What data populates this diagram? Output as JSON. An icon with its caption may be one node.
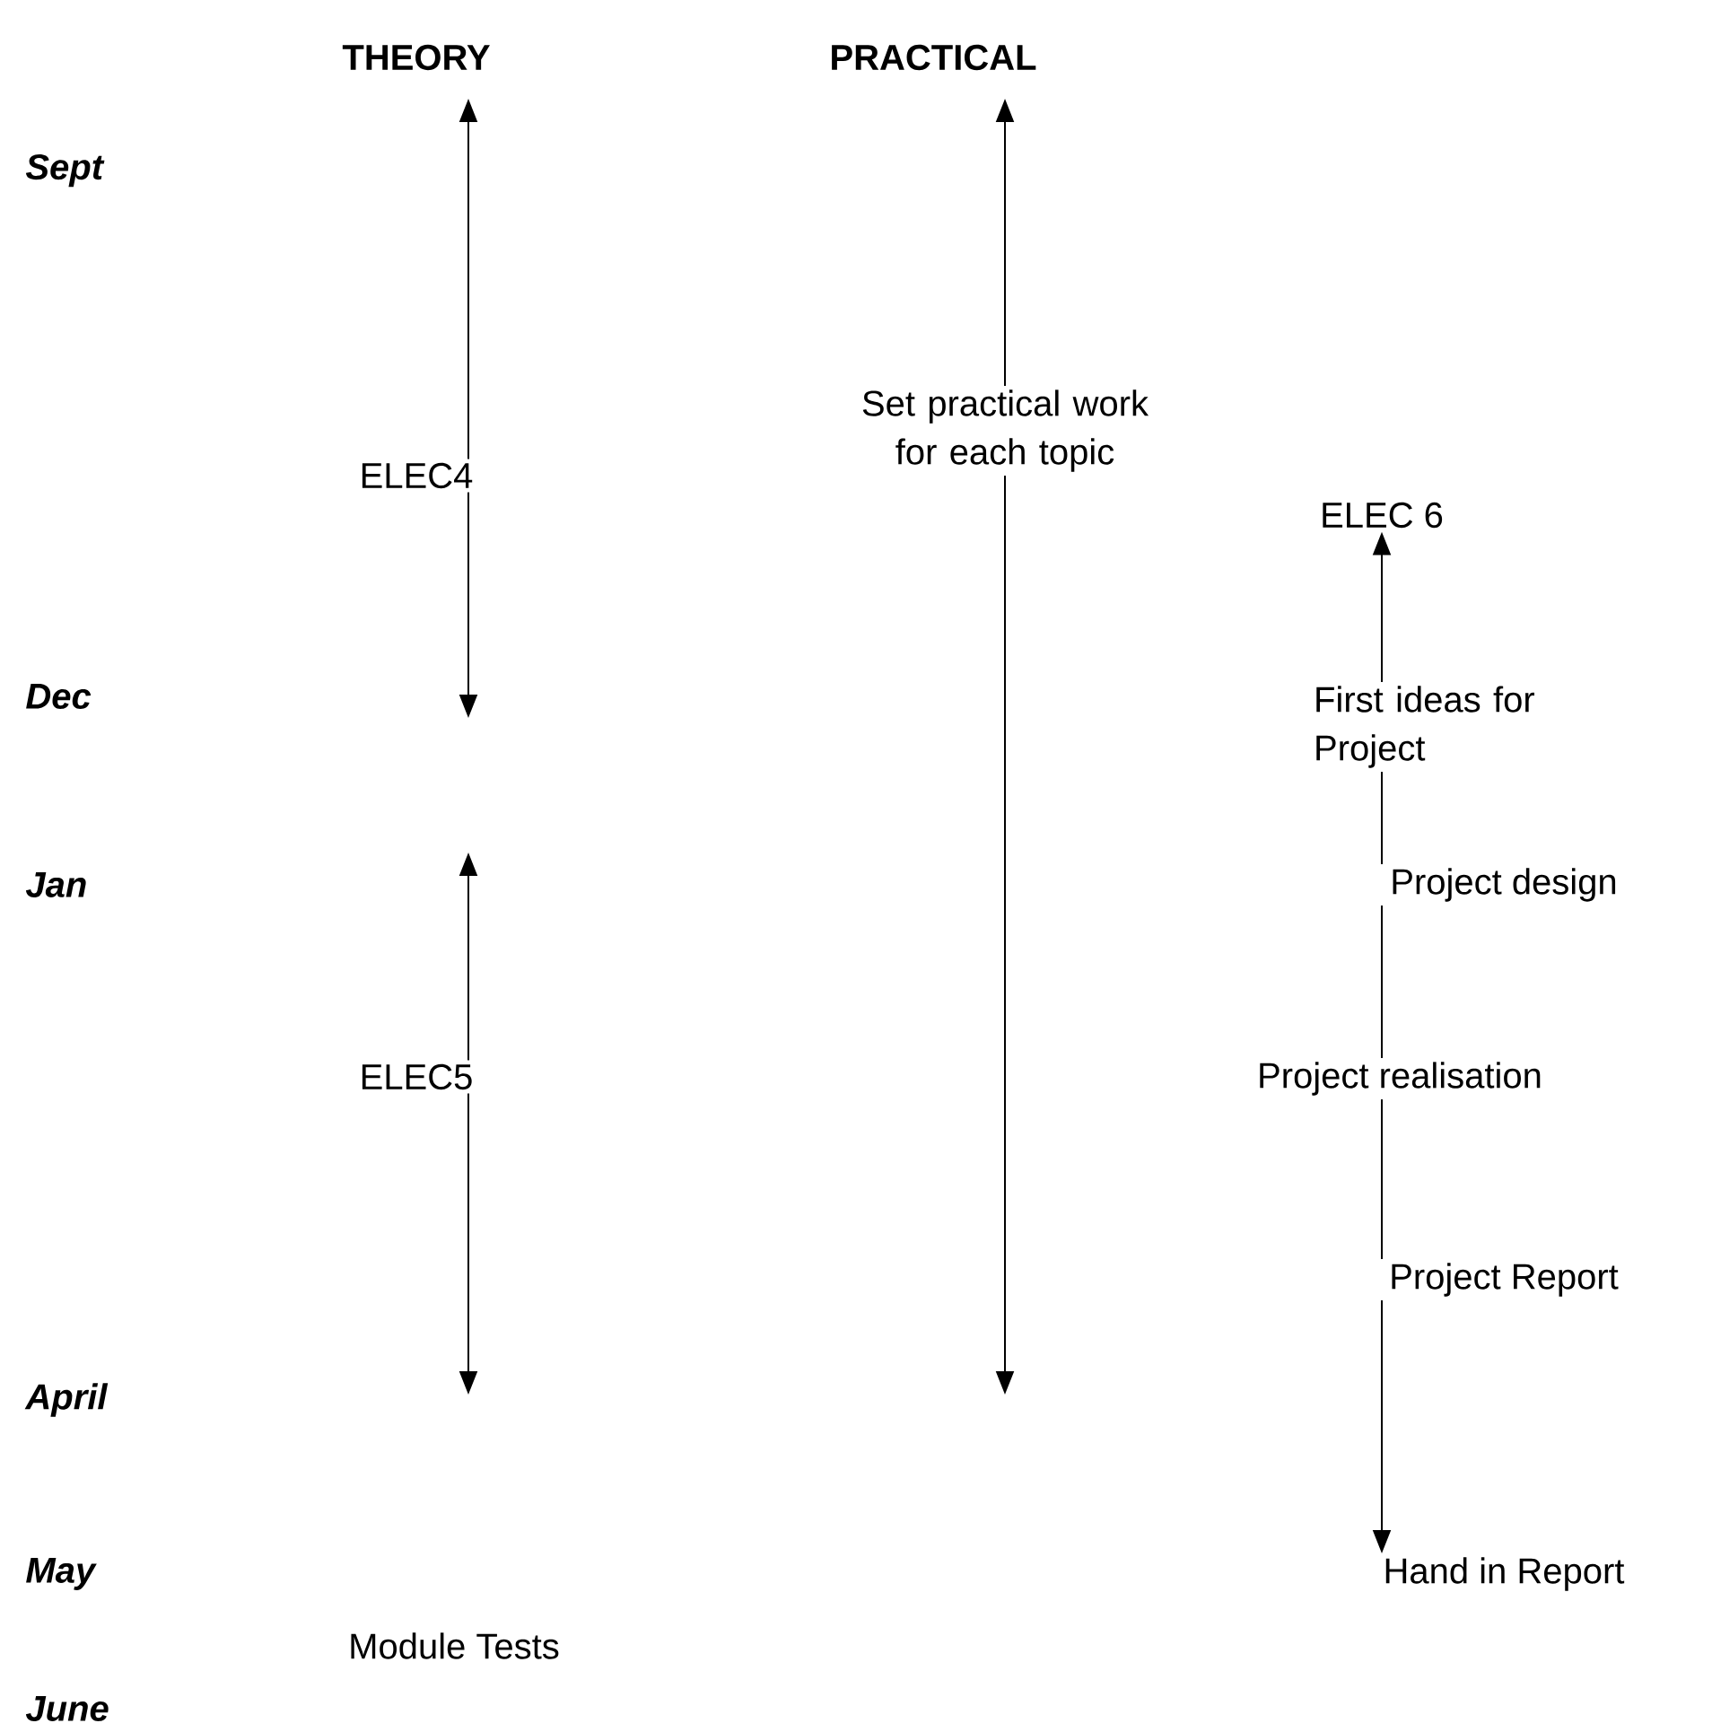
{
  "diagram": {
    "nodes": [
      {
        "text": [
          "ELEC4"
        ]
      },
      {
        "text": [
          "Set practical work for each topic"
        ]
      },
      {
        "text": [
          "ELEC 6"
        ]
      },
      {
        "text": [
          "First ideas for Project"
        ]
      },
      {
        "text": [
          "Project design"
        ]
      },
      {
        "text": [
          "ELEC5"
        ]
      },
      {
        "text": [
          "Project realisation"
        ]
      },
      {
        "text": [
          "Project Report"
        ]
      },
      {
        "text": [
          "Hand in Report"
        ]
      }
    ],
    "edges": [
      {
        "from": 0,
        "to": null,
        "arrow": "to"
      },
      {
        "from": 0,
        "to": null,
        "arrow": "to"
      },
      {
        "from": 1,
        "to": null,
        "arrow": "to"
      },
      {
        "from": 1,
        "to": null,
        "arrow": "to"
      },
      {
        "from": 3,
        "to": 2,
        "arrow": "to"
      },
      {
        "from": 3,
        "to": 4,
        "arrow": "none"
      },
      {
        "from": 4,
        "to": 6,
        "arrow": "none"
      },
      {
        "from": 5,
        "to": null,
        "arrow": "to"
      },
      {
        "from": 5,
        "to": null,
        "arrow": "to"
      },
      {
        "from": 6,
        "to": 7,
        "arrow": "none"
      },
      {
        "from": 7,
        "to": 8,
        "arrow": "to"
      }
    ],
    "labels": [
      "THEORY",
      "PRACTICAL",
      "Sept",
      "Dec",
      "Jan",
      "April",
      "May",
      "Module Tests",
      "June"
    ]
  }
}
